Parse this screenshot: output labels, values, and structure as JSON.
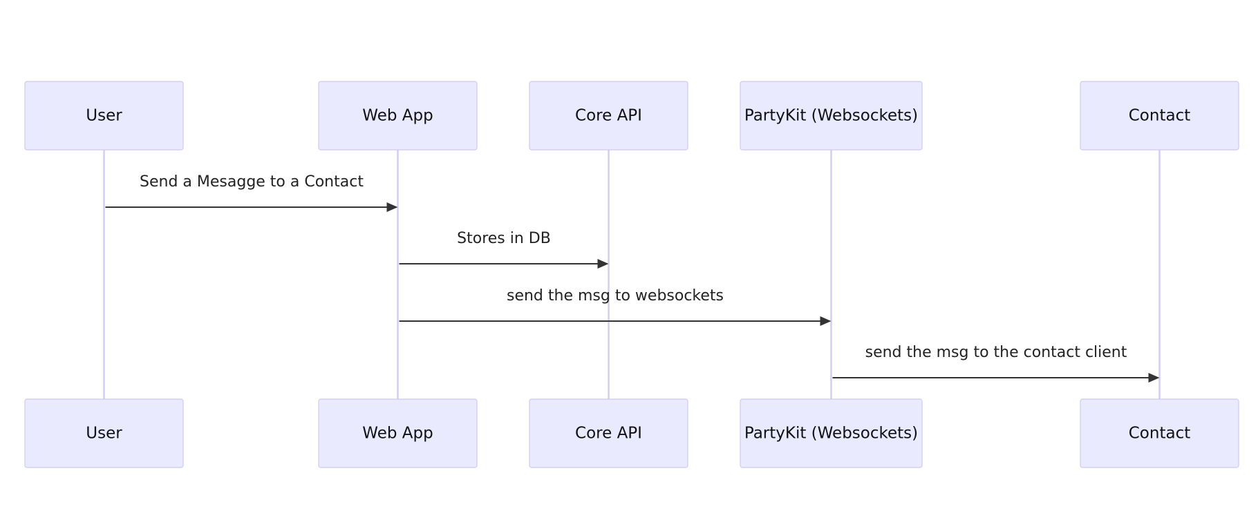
{
  "diagram": {
    "type": "sequence",
    "participants": [
      {
        "id": "user",
        "label": "User"
      },
      {
        "id": "web",
        "label": "Web App"
      },
      {
        "id": "core",
        "label": "Core API"
      },
      {
        "id": "party",
        "label": "PartyKit (Websockets)"
      },
      {
        "id": "contact",
        "label": "Contact"
      }
    ],
    "messages": [
      {
        "from": "user",
        "to": "web",
        "label": "Send a Mesagge to a Contact"
      },
      {
        "from": "web",
        "to": "core",
        "label": "Stores in DB"
      },
      {
        "from": "web",
        "to": "party",
        "label": "send the msg to websockets"
      },
      {
        "from": "party",
        "to": "contact",
        "label": "send the msg to the contact client"
      }
    ],
    "colors": {
      "actor_fill": "#eaeaff",
      "actor_stroke": "#cdc8f5",
      "lifeline": "#d2cef7",
      "message": "#333333"
    }
  }
}
